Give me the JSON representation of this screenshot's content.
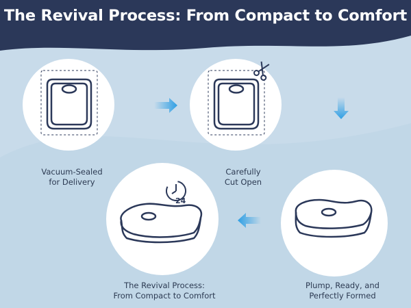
{
  "header": {
    "title": "The Revival Process: From Compact to Comfort"
  },
  "colors": {
    "background": "#c8dbea",
    "header_band": "#2b3859",
    "accent_arrow": "#2f9fe4",
    "icon_stroke": "#2b3859"
  },
  "steps": [
    {
      "line1": "Vacuum-Sealed",
      "line2": "for Delivery"
    },
    {
      "line1": "Carefully",
      "line2": "Cut Open"
    },
    {
      "line1": "Plump, Ready, and",
      "line2": "Perfectly Formed"
    },
    {
      "line1": "The Revival Process:",
      "line2": "From Compact to Comfort"
    }
  ],
  "timer": {
    "label": "24"
  }
}
